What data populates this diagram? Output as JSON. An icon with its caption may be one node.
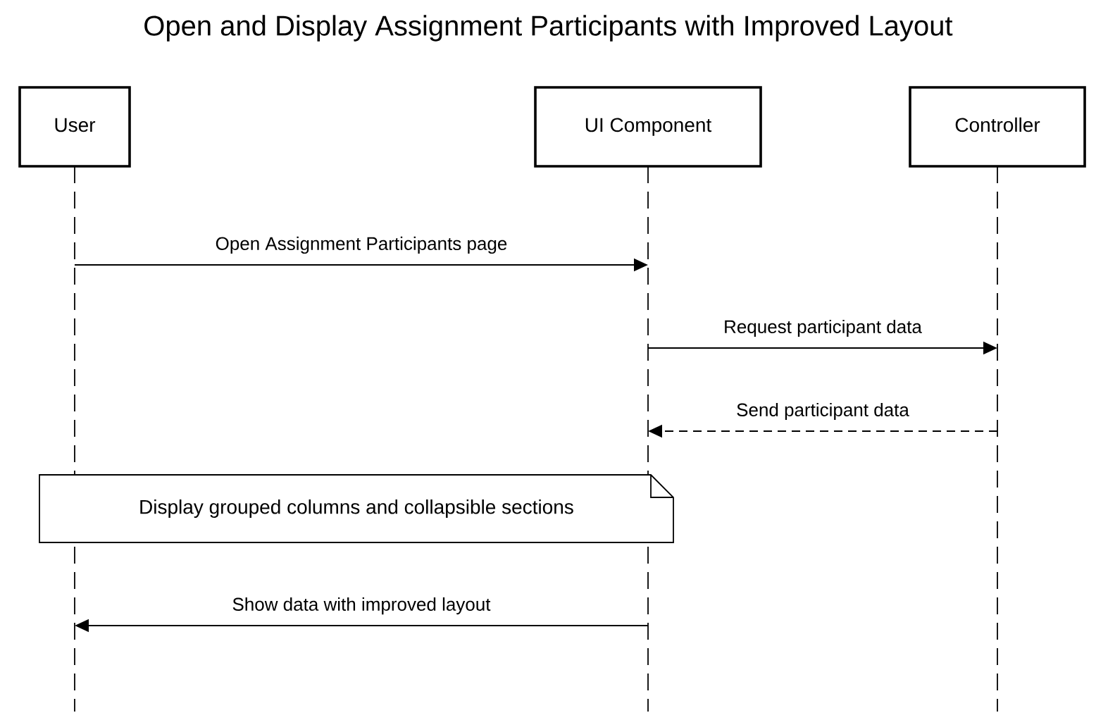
{
  "diagram": {
    "title": "Open and Display Assignment Participants with Improved Layout",
    "nodes": [
      {
        "text": [
          "User"
        ]
      },
      {
        "text": [
          "UI Component"
        ]
      },
      {
        "text": [
          "Controller"
        ]
      },
      {
        "text": [
          "Display grouped columns and collapsible sections"
        ]
      }
    ],
    "edges": [
      {
        "from": 0,
        "to": 1,
        "arrow": "to",
        "label": "Open Assignment Participants page"
      },
      {
        "from": 1,
        "to": 2,
        "arrow": "to",
        "label": "Request participant data"
      },
      {
        "from": 2,
        "to": 1,
        "arrow": "to",
        "label": "Send participant data",
        "style": "dashed"
      },
      {
        "from": 1,
        "to": 0,
        "arrow": "to",
        "label": "Show data with improved layout"
      }
    ]
  }
}
